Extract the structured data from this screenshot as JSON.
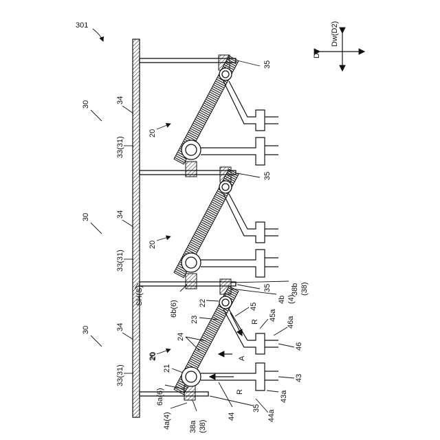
{
  "figure": {
    "ref_number": "301",
    "directions": {
      "vertical": "Dv",
      "width": "Dw(D2)"
    },
    "units": [
      {
        "unit": "30",
        "frame": "34",
        "strut": "33(31)",
        "module": "20"
      },
      {
        "unit": "30",
        "frame": "34",
        "strut": "33(31)",
        "module": "20"
      },
      {
        "unit": "30",
        "frame": "34",
        "strut": "33(31)",
        "module": "20"
      }
    ],
    "plates": [
      "35",
      "35",
      "35",
      "35"
    ],
    "labels": {
      "shield": "SH(S)",
      "l_6b": "6b(6)",
      "l_38b": "38b",
      "l_38b_paren": "(38)",
      "l_4b": "4b",
      "l_4b_paren": "(4)",
      "l_22": "22",
      "l_45": "45",
      "l_23": "23",
      "l_R1": "R",
      "l_45a": "45a",
      "l_46a": "46a",
      "l_24": "24",
      "l_46": "46",
      "l_A": "A",
      "l_20": "20",
      "l_21": "21",
      "l_43": "43",
      "l_6a": "6a(6)",
      "l_R2": "R",
      "l_43a": "43a",
      "l_35": "35",
      "l_44a": "44a",
      "l_4a": "4a(4)",
      "l_38a": "38a",
      "l_38a_paren": "(38)",
      "l_44": "44"
    }
  }
}
